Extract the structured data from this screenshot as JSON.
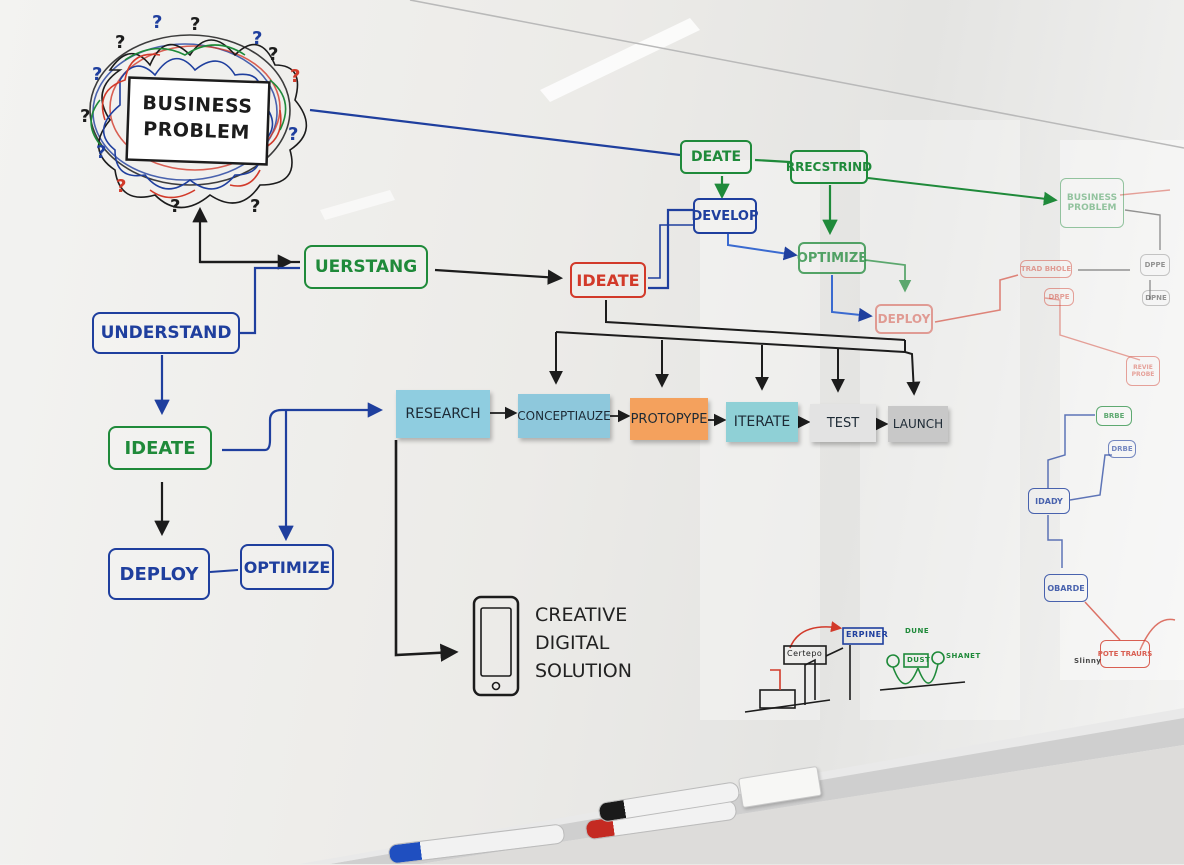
{
  "board": {
    "problem_label": [
      "BUSINESS",
      "PROBLEM"
    ],
    "top_flow": {
      "ideate": "DEATE",
      "research": "RRECSTRIND",
      "develop": "DEVELOP",
      "optimize": "OPTIMIZE",
      "deploy": "DEPLOY"
    },
    "middle_flow": {
      "understang": "UERSTANG",
      "ideate": "IDEATE"
    },
    "left_flow": {
      "understand": "UNDERSTAND",
      "ideate": "IDEATE",
      "deploy": "DEPLOY",
      "optimize": "OPTIMIZE"
    },
    "sticky_notes": [
      {
        "label": "RESEARCH",
        "color": "#8fcde0"
      },
      {
        "label": "CONCEPTIAUZE",
        "color": "#8ec8dc"
      },
      {
        "label": "PROTOPYPE",
        "color": "#f4a15d"
      },
      {
        "label": "ITERATE",
        "color": "#8fd0d6"
      },
      {
        "label": "TEST",
        "color": "#e3e3e3"
      },
      {
        "label": "LAUNCH",
        "color": "#c8c8c8"
      }
    ],
    "solution_text": [
      "CREATIVE",
      "DIGITAL",
      "SOLUTION"
    ],
    "sketch_labels": {
      "box_a": "Certepo",
      "box_b": "ERPINER",
      "tiny_a": "DUNE",
      "tiny_b": "DUST",
      "tiny_c": "SHANET"
    },
    "right_faded": {
      "box1": [
        "BUSINESS",
        "PROBLEM"
      ],
      "box2": "TRAD BHOLE",
      "box3": "DRPE",
      "box4": "DPPE",
      "box5": "DPNE",
      "box6": [
        "REVIE",
        "PROBE"
      ],
      "box7": "BRBE",
      "box8": "DRBE",
      "box9": "IDADY",
      "box10": "OBARDE",
      "box11": "POTE TRAURS",
      "tiny": "Slinny"
    },
    "colors": {
      "blue": "#1f3f9e",
      "green": "#1f8a3a",
      "red": "#d23a2a",
      "black": "#1c1c1c"
    }
  }
}
